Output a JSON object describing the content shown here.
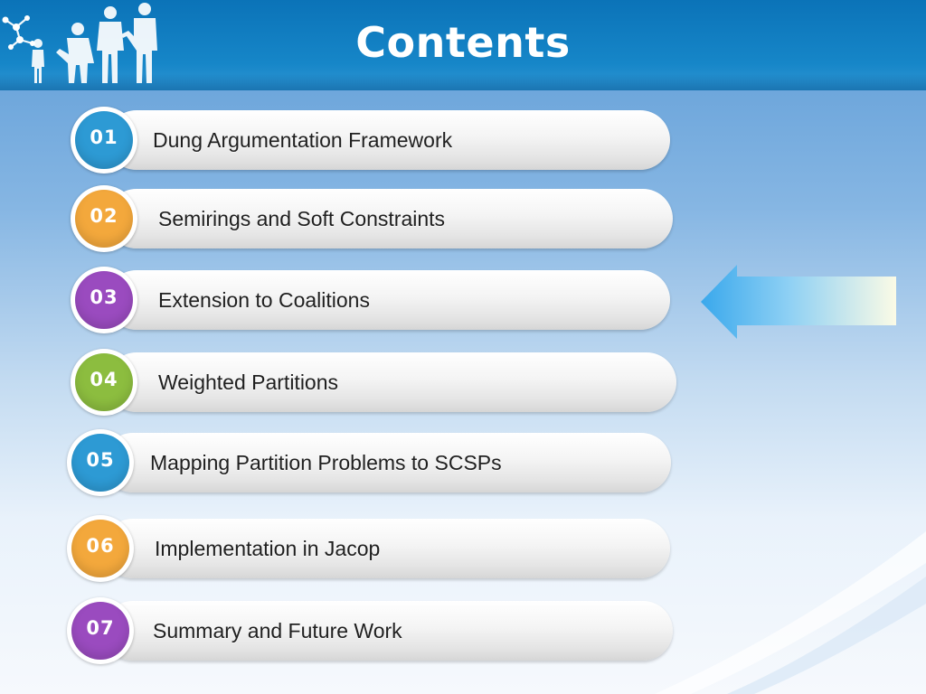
{
  "header": {
    "title": "Contents"
  },
  "colors": {
    "header_blue": "#0b73b8",
    "badge_blue": "#2d9ad4",
    "badge_orange": "#f3a83c",
    "badge_purple": "#9a4bbf",
    "badge_green": "#8cbd3f"
  },
  "toc": {
    "items": [
      {
        "number": "01",
        "label": "Dung Argumentation Framework",
        "badge_color": "#2d9ad4"
      },
      {
        "number": "02",
        "label": "Semirings and Soft Constraints",
        "badge_color": "#f3a83c"
      },
      {
        "number": "03",
        "label": "Extension to Coalitions",
        "badge_color": "#9a4bbf"
      },
      {
        "number": "04",
        "label": "Weighted Partitions",
        "badge_color": "#8cbd3f"
      },
      {
        "number": "05",
        "label": "Mapping Partition Problems to SCSPs",
        "badge_color": "#2d9ad4"
      },
      {
        "number": "06",
        "label": "Implementation in Jacop",
        "badge_color": "#f3a83c"
      },
      {
        "number": "07",
        "label": "Summary and Future Work",
        "badge_color": "#9a4bbf"
      }
    ],
    "current_item": "03"
  },
  "icons": {
    "arrow": "left-arrow-icon",
    "people": "business-people-silhouette",
    "molecule": "molecule-network-icon"
  }
}
